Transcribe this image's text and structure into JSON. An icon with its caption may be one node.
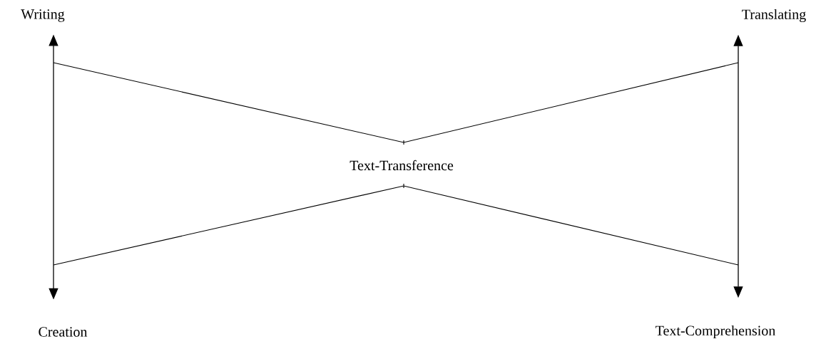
{
  "diagram": {
    "nodes": [
      {
        "text": [
          "Writing"
        ]
      },
      {
        "text": [
          "Translating"
        ]
      },
      {
        "text": [
          "Text-Transference"
        ]
      },
      {
        "text": [
          "Creation"
        ]
      },
      {
        "text": [
          "Text-Comprehension"
        ]
      }
    ],
    "edges": [
      {
        "from": 0,
        "to": 3,
        "arrow": "both"
      },
      {
        "from": 1,
        "to": 4,
        "arrow": "both"
      }
    ]
  }
}
